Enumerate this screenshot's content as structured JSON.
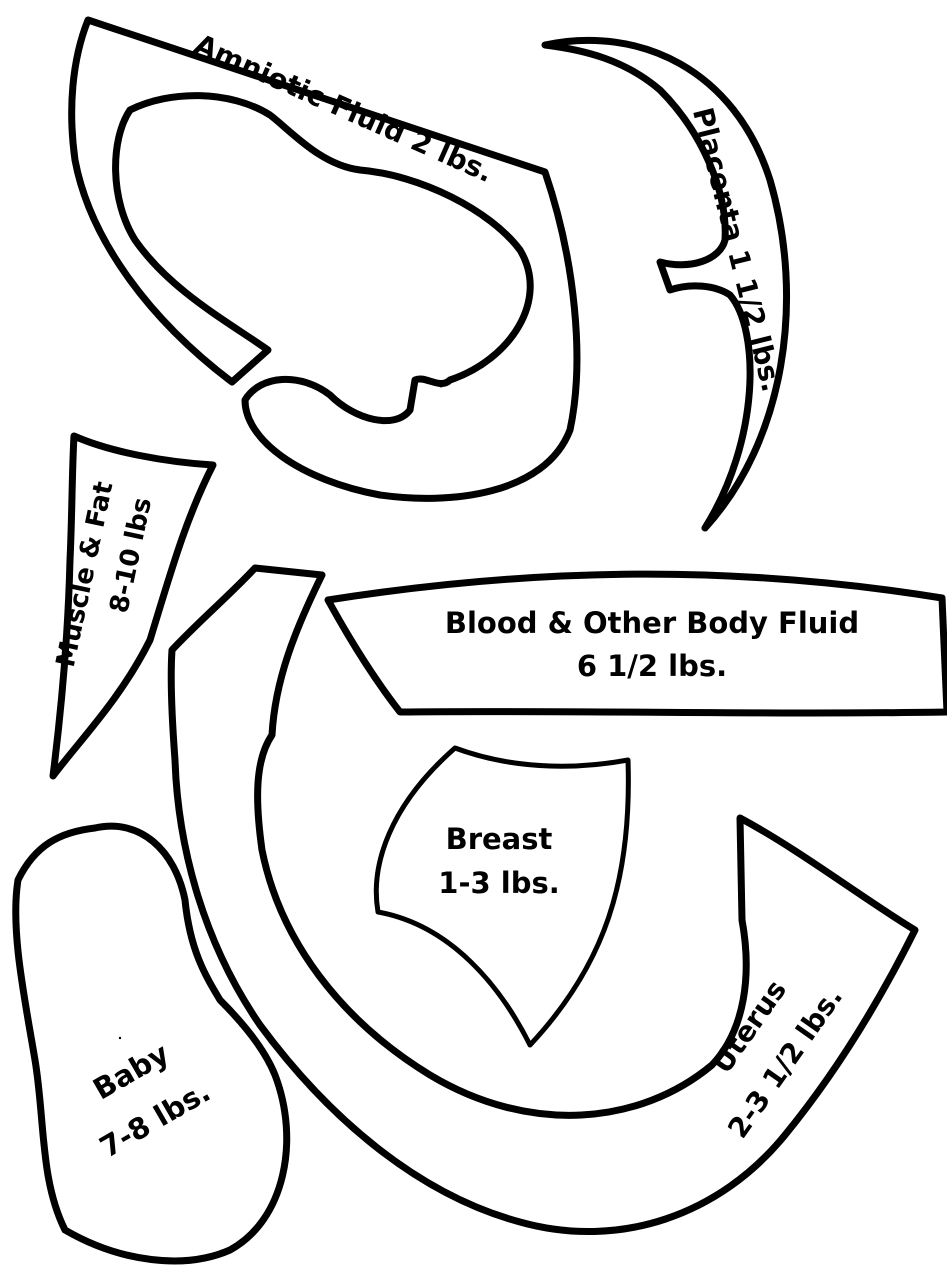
{
  "pieces": {
    "amniotic_fluid": {
      "line1": "Amniotic Fluid 2 lbs."
    },
    "placenta": {
      "line1": "Placenta 1 1/2 lbs."
    },
    "muscle_fat": {
      "line1": "Muscle & Fat",
      "line2": "8-10 lbs"
    },
    "blood": {
      "line1": "Blood & Other Body Fluid",
      "line2": "6 1/2 lbs."
    },
    "breast": {
      "line1": "Breast",
      "line2": "1-3 lbs."
    },
    "uterus": {
      "line1": "Uterus",
      "line2": "2-3 1/2 lbs."
    },
    "baby": {
      "line1": "Baby",
      "line2": "7-8 lbs."
    }
  },
  "colors": {
    "outline": "#000000",
    "fill": "#ffffff"
  }
}
